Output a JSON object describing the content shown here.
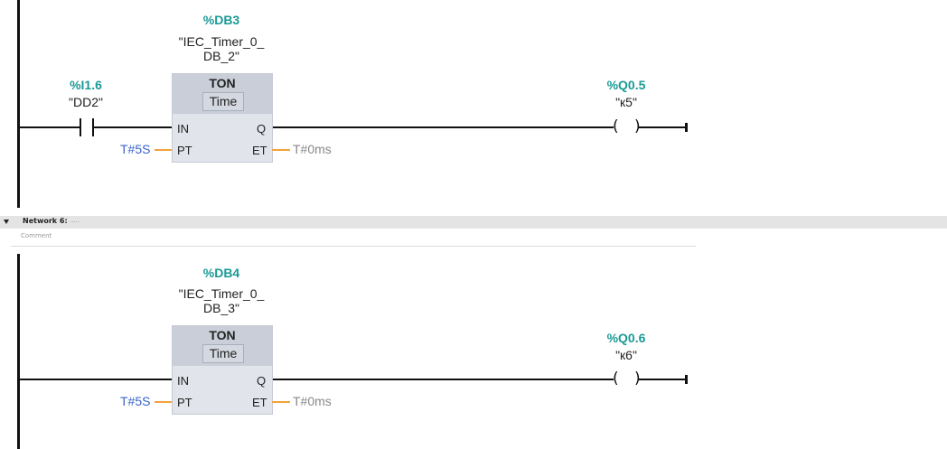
{
  "network5": {
    "contact": {
      "address": "%I1.6",
      "symbol": "\"DD2\""
    },
    "timer": {
      "db_address": "%DB3",
      "db_symbol_line1": "\"IEC_Timer_0_",
      "db_symbol_line2": "DB_2\"",
      "type": "TON",
      "subtype": "Time",
      "pins": {
        "in": "IN",
        "pt": "PT",
        "q": "Q",
        "et": "ET"
      },
      "pt_value": "T#5S",
      "et_value": "T#0ms"
    },
    "coil": {
      "address": "%Q0.5",
      "symbol": "\"к5\""
    }
  },
  "network6": {
    "header": {
      "title": "Network 6:",
      "dots": "....."
    },
    "comment": "Comment",
    "timer": {
      "db_address": "%DB4",
      "db_symbol_line1": "\"IEC_Timer_0_",
      "db_symbol_line2": "DB_3\"",
      "type": "TON",
      "subtype": "Time",
      "pins": {
        "in": "IN",
        "pt": "PT",
        "q": "Q",
        "et": "ET"
      },
      "pt_value": "T#5S",
      "et_value": "T#0ms"
    },
    "coil": {
      "address": "%Q0.6",
      "symbol": "\"к6\""
    }
  },
  "colors": {
    "address": "#1a9a96",
    "block_fill": "#e1e4ea",
    "block_header": "#c9ced8",
    "param_wire": "#f2a33a",
    "pt_value": "#3a64c8",
    "et_value": "#888888"
  }
}
